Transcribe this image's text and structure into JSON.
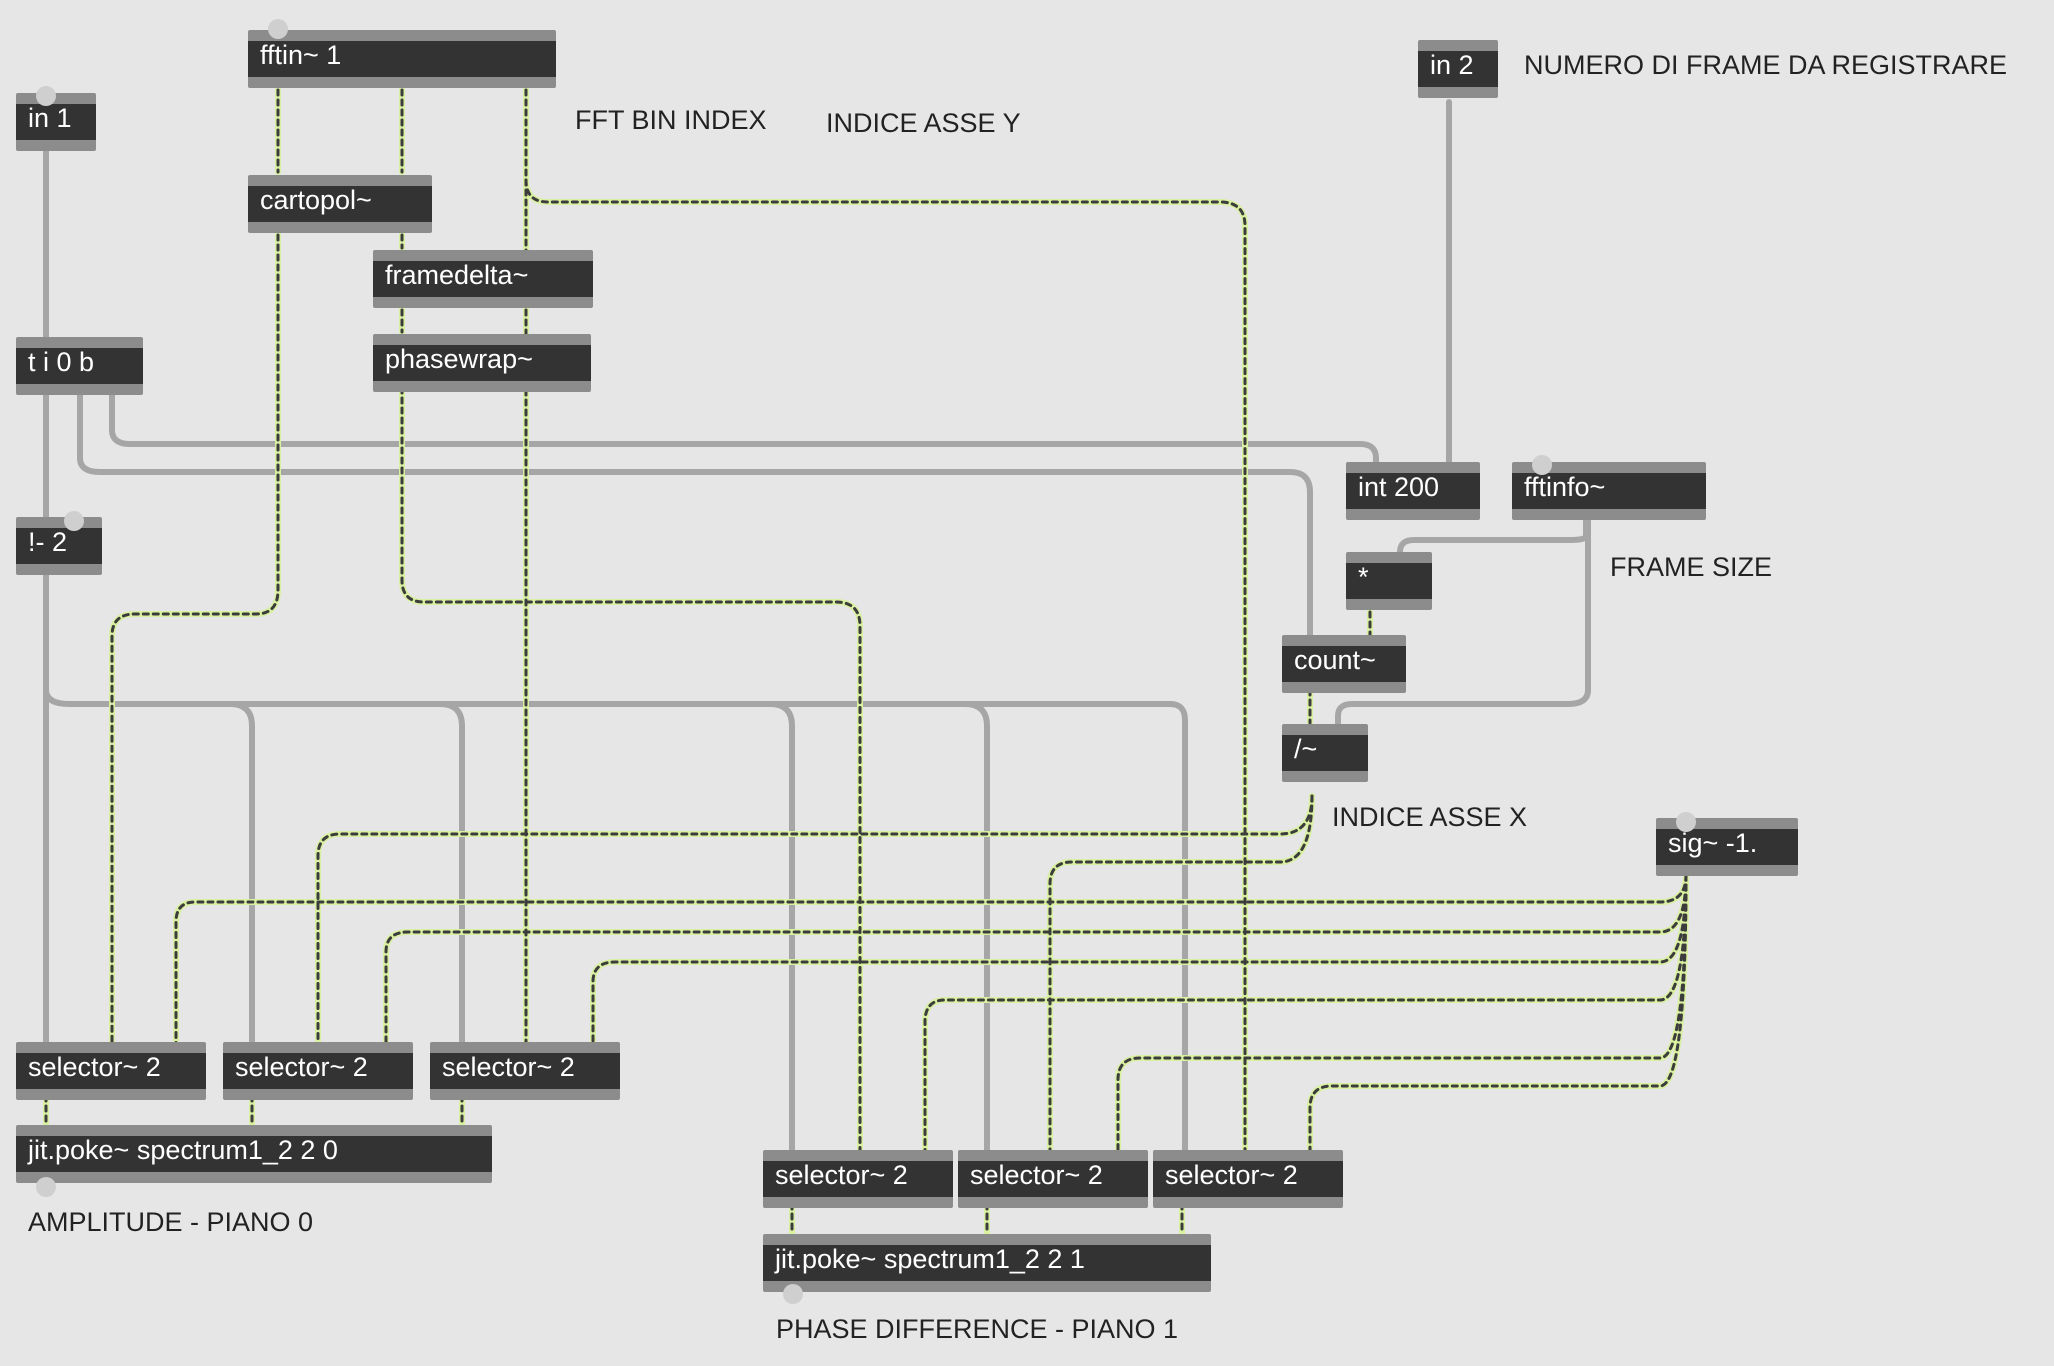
{
  "objects": {
    "fftin": "fftin~ 1",
    "in1": "in 1",
    "in2": "in 2",
    "cartopol": "cartopol~",
    "framedelta": "framedelta~",
    "phasewrap": "phasewrap~",
    "trigger": "t i 0 b",
    "notminus": "!- 2",
    "int200": "int 200",
    "fftinfo": "fftinfo~",
    "mult": "*",
    "count": "count~",
    "divide": "/~",
    "sig": "sig~ -1.",
    "selector_a1": "selector~ 2",
    "selector_a2": "selector~ 2",
    "selector_a3": "selector~ 2",
    "selector_p1": "selector~ 2",
    "selector_p2": "selector~ 2",
    "selector_p3": "selector~ 2",
    "jitpoke0": "jit.poke~ spectrum1_2 2 0",
    "jitpoke1": "jit.poke~ spectrum1_2 2 1"
  },
  "comments": {
    "fft_bin_index": "FFT BIN INDEX",
    "indice_asse_y": "INDICE ASSE Y",
    "numero_frame": "NUMERO DI FRAME DA REGISTRARE",
    "frame_size": "FRAME SIZE",
    "indice_asse_x": "INDICE ASSE X",
    "amplitude_label": "AMPLITUDE - PIANO 0",
    "phase_label": "PHASE DIFFERENCE - PIANO 1"
  },
  "colors": {
    "background": "#e6e6e6",
    "object_body": "#333333",
    "object_border": "#8c8c8c",
    "signal_cord": "#d8f0a0",
    "signal_cord_dash": "#3c3c3c",
    "control_cord": "#a8a8a8",
    "inlet": "#e8a0a0",
    "outlet_signal": "#d8f0a0",
    "inlet_cold": "#88d0e0"
  }
}
